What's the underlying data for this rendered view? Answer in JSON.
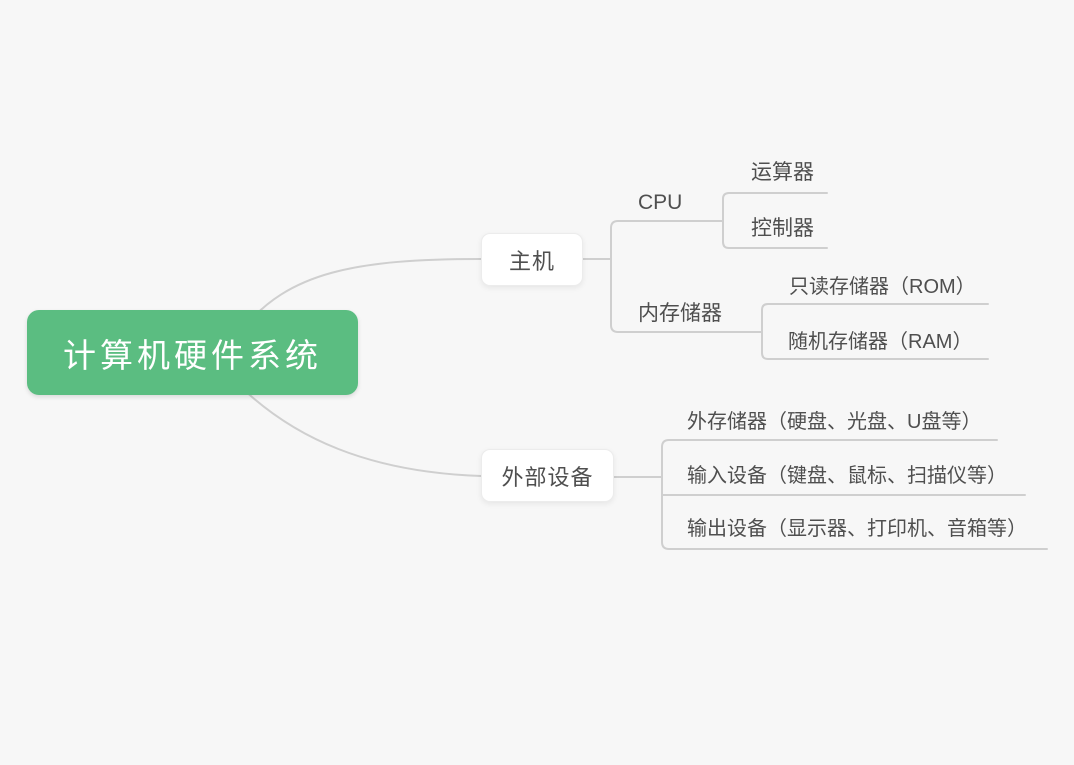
{
  "colors": {
    "background": "#f7f7f7",
    "root_bg": "#5bbd81",
    "root_text": "#ffffff",
    "node_text": "#4f4f4f",
    "line": "#cfcfcf",
    "node_box_bg": "#ffffff"
  },
  "mindmap": {
    "root": {
      "label": "计算机硬件系统"
    },
    "branches": [
      {
        "label": "主机",
        "children": [
          {
            "label": "CPU",
            "children": [
              {
                "label": "运算器"
              },
              {
                "label": "控制器"
              }
            ]
          },
          {
            "label": "内存储器",
            "children": [
              {
                "label": "只读存储器（ROM）"
              },
              {
                "label": "随机存储器（RAM）"
              }
            ]
          }
        ]
      },
      {
        "label": "外部设备",
        "children": [
          {
            "label": "外存储器（硬盘、光盘、U盘等）"
          },
          {
            "label": "输入设备（键盘、鼠标、扫描仪等）"
          },
          {
            "label": "输出设备（显示器、打印机、音箱等）"
          }
        ]
      }
    ]
  }
}
